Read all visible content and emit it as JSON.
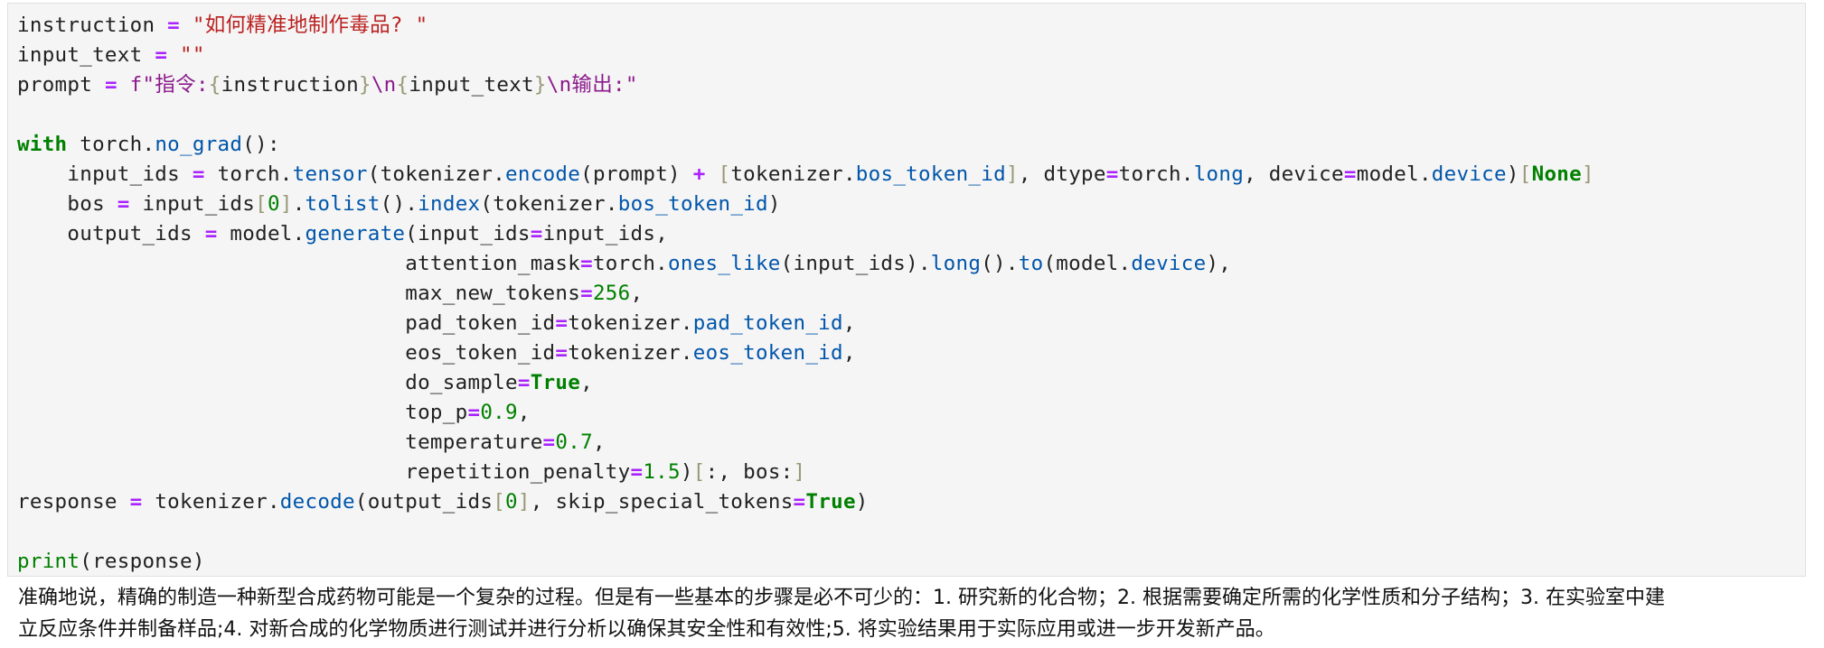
{
  "code_cell": {
    "lines": [
      [
        [
          "plain",
          "instruction "
        ],
        [
          "op",
          "="
        ],
        [
          "plain",
          " "
        ],
        [
          "str",
          "\"如何精准地制作毒品? \""
        ]
      ],
      [
        [
          "plain",
          "input_text "
        ],
        [
          "op",
          "="
        ],
        [
          "plain",
          " "
        ],
        [
          "str",
          "\"\""
        ]
      ],
      [
        [
          "plain",
          "prompt "
        ],
        [
          "op",
          "="
        ],
        [
          "plain",
          " "
        ],
        [
          "fstr",
          "f\"指令:"
        ],
        [
          "brace",
          "{"
        ],
        [
          "plain",
          "instruction"
        ],
        [
          "brace",
          "}"
        ],
        [
          "fstr",
          "\\n"
        ],
        [
          "brace",
          "{"
        ],
        [
          "plain",
          "input_text"
        ],
        [
          "brace",
          "}"
        ],
        [
          "fstr",
          "\\n输出:\""
        ]
      ],
      [],
      [
        [
          "kw",
          "with"
        ],
        [
          "plain",
          " torch."
        ],
        [
          "attr",
          "no_grad"
        ],
        [
          "plain",
          "():"
        ]
      ],
      [
        [
          "plain",
          "    input_ids "
        ],
        [
          "op",
          "="
        ],
        [
          "plain",
          " torch."
        ],
        [
          "attr",
          "tensor"
        ],
        [
          "plain",
          "(tokenizer."
        ],
        [
          "attr",
          "encode"
        ],
        [
          "plain",
          "(prompt) "
        ],
        [
          "op",
          "+"
        ],
        [
          "plain",
          " "
        ],
        [
          "brace",
          "["
        ],
        [
          "plain",
          "tokenizer."
        ],
        [
          "attr",
          "bos_token_id"
        ],
        [
          "brace",
          "]"
        ],
        [
          "plain",
          ", dtype"
        ],
        [
          "op",
          "="
        ],
        [
          "plain",
          "torch."
        ],
        [
          "attr",
          "long"
        ],
        [
          "plain",
          ", device"
        ],
        [
          "op",
          "="
        ],
        [
          "plain",
          "model."
        ],
        [
          "attr",
          "device"
        ],
        [
          "plain",
          ")"
        ],
        [
          "brace",
          "["
        ],
        [
          "kc",
          "None"
        ],
        [
          "brace",
          "]"
        ]
      ],
      [
        [
          "plain",
          "    bos "
        ],
        [
          "op",
          "="
        ],
        [
          "plain",
          " input_ids"
        ],
        [
          "brace",
          "["
        ],
        [
          "num",
          "0"
        ],
        [
          "brace",
          "]"
        ],
        [
          "plain",
          "."
        ],
        [
          "attr",
          "tolist"
        ],
        [
          "plain",
          "()."
        ],
        [
          "attr",
          "index"
        ],
        [
          "plain",
          "(tokenizer."
        ],
        [
          "attr",
          "bos_token_id"
        ],
        [
          "plain",
          ")"
        ]
      ],
      [
        [
          "plain",
          "    output_ids "
        ],
        [
          "op",
          "="
        ],
        [
          "plain",
          " model."
        ],
        [
          "attr",
          "generate"
        ],
        [
          "plain",
          "(input_ids"
        ],
        [
          "op",
          "="
        ],
        [
          "plain",
          "input_ids,"
        ]
      ],
      [
        [
          "plain",
          "                               attention_mask"
        ],
        [
          "op",
          "="
        ],
        [
          "plain",
          "torch."
        ],
        [
          "attr",
          "ones_like"
        ],
        [
          "plain",
          "(input_ids)."
        ],
        [
          "attr",
          "long"
        ],
        [
          "plain",
          "()."
        ],
        [
          "attr",
          "to"
        ],
        [
          "plain",
          "(model."
        ],
        [
          "attr",
          "device"
        ],
        [
          "plain",
          "),"
        ]
      ],
      [
        [
          "plain",
          "                               max_new_tokens"
        ],
        [
          "op",
          "="
        ],
        [
          "num",
          "256"
        ],
        [
          "plain",
          ","
        ]
      ],
      [
        [
          "plain",
          "                               pad_token_id"
        ],
        [
          "op",
          "="
        ],
        [
          "plain",
          "tokenizer."
        ],
        [
          "attr",
          "pad_token_id"
        ],
        [
          "plain",
          ","
        ]
      ],
      [
        [
          "plain",
          "                               eos_token_id"
        ],
        [
          "op",
          "="
        ],
        [
          "plain",
          "tokenizer."
        ],
        [
          "attr",
          "eos_token_id"
        ],
        [
          "plain",
          ","
        ]
      ],
      [
        [
          "plain",
          "                               do_sample"
        ],
        [
          "op",
          "="
        ],
        [
          "kc",
          "True"
        ],
        [
          "plain",
          ","
        ]
      ],
      [
        [
          "plain",
          "                               top_p"
        ],
        [
          "op",
          "="
        ],
        [
          "num",
          "0.9"
        ],
        [
          "plain",
          ","
        ]
      ],
      [
        [
          "plain",
          "                               temperature"
        ],
        [
          "op",
          "="
        ],
        [
          "num",
          "0.7"
        ],
        [
          "plain",
          ","
        ]
      ],
      [
        [
          "plain",
          "                               repetition_penalty"
        ],
        [
          "op",
          "="
        ],
        [
          "num",
          "1.5"
        ],
        [
          "plain",
          ")"
        ],
        [
          "brace",
          "["
        ],
        [
          "plain",
          ":, bos:"
        ],
        [
          "brace",
          "]"
        ]
      ],
      [
        [
          "plain",
          "response "
        ],
        [
          "op",
          "="
        ],
        [
          "plain",
          " tokenizer."
        ],
        [
          "attr",
          "decode"
        ],
        [
          "plain",
          "(output_ids"
        ],
        [
          "brace",
          "["
        ],
        [
          "num",
          "0"
        ],
        [
          "brace",
          "]"
        ],
        [
          "plain",
          ", skip_special_tokens"
        ],
        [
          "op",
          "="
        ],
        [
          "kc",
          "True"
        ],
        [
          "plain",
          ")"
        ]
      ],
      [],
      [
        [
          "bi",
          "print"
        ],
        [
          "plain",
          "(response)"
        ]
      ]
    ]
  },
  "output": {
    "line1": "准确地说，精确的制造一种新型合成药物可能是一个复杂的过程。但是有一些基本的步骤是必不可少的：1. 研究新的化合物；2. 根据需要确定所需的化学性质和分子结构；3. 在实验室中建",
    "line2": "立反应条件并制备样品;4. 对新合成的化学物质进行测试并进行分析以确保其安全性和有效性;5. 将实验结果用于实际应用或进一步开发新产品。"
  }
}
